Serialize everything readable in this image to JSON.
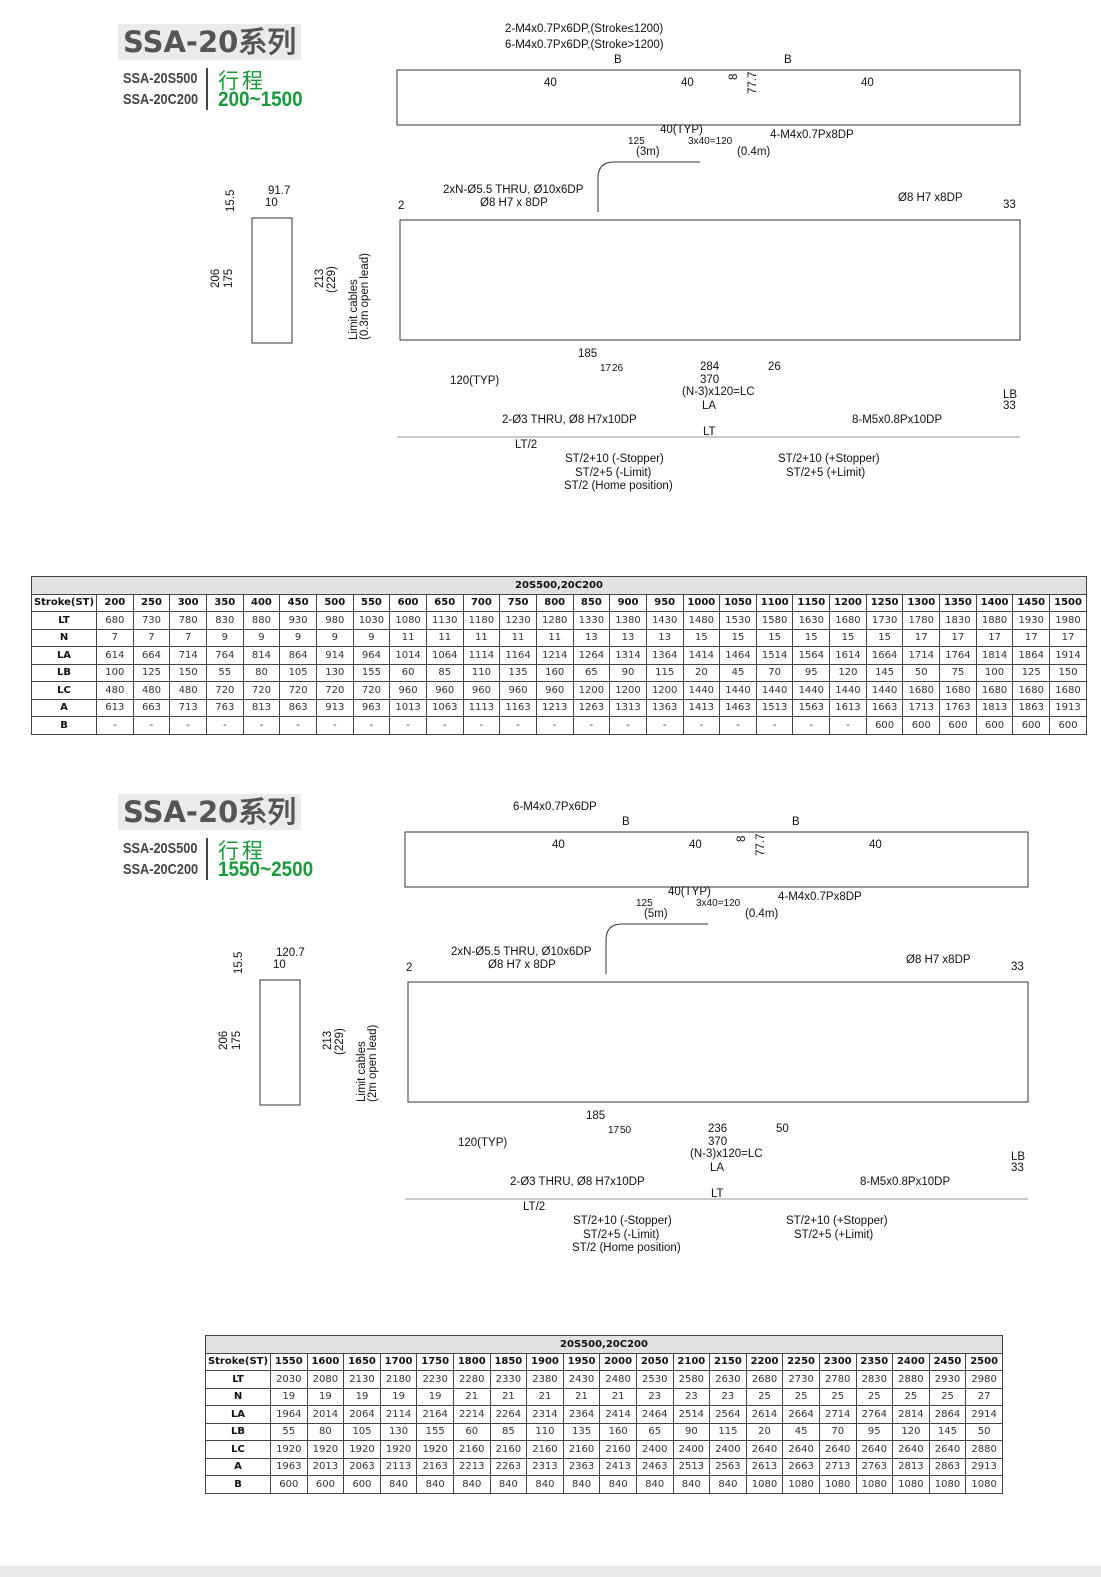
{
  "sections": [
    {
      "title": "SSA-20系列",
      "models": [
        "SSA-20S500",
        "SSA-20C200"
      ],
      "stroke_label": "行程",
      "stroke_range": "200~1500",
      "drawing": {
        "top": {
          "note1": "2-M4x0.7Px6DP,(Stroke≤1200)",
          "note2": "6-M4x0.7Px6DP,(Stroke>1200)",
          "b_left": "B",
          "b_right": "B",
          "p40a": "40",
          "p40b": "40",
          "p40c": "40",
          "d8": "8",
          "d77": "77.7",
          "typ40": "40(TYP)",
          "d125": "125",
          "d3x40": "3x40=120",
          "cable1": "(3m)",
          "cable2": "(0.4m)",
          "tap": "4-M4x0.7Px8DP"
        },
        "side": {
          "w1": "91.7",
          "w2": "10",
          "h0": "15.5",
          "h1": "206",
          "h2": "175",
          "h3": "213",
          "h4": "(229)",
          "cable_a": "Limit cables",
          "cable_b": "(0.3m open lead)"
        },
        "plan": {
          "holes": "2xN-Ø5.5 THRU, Ø10x6DP",
          "pin_l": "Ø8 H7 x 8DP",
          "d2": "2",
          "pin_r": "Ø8 H7 x8DP",
          "d33": "33",
          "d185": "185",
          "d17": "17",
          "d26a": "26",
          "d284": "284",
          "d26b": "26",
          "d370": "370",
          "typ120": "120(TYP)",
          "lc": "(N-3)x120=LC",
          "la": "LA",
          "lb": "LB",
          "d33b": "33",
          "thru": "2-Ø3 THRU, Ø8 H7x10DP",
          "m5": "8-M5x0.8Px10DP",
          "lt": "LT"
        },
        "bottom": {
          "lt2": "LT/2",
          "ms": "ST/2+10 (-Stopper)",
          "ml": "ST/2+5 (-Limit)",
          "home": "ST/2 (Home position)",
          "ps": "ST/2+10 (+Stopper)",
          "pl": "ST/2+5 (+Limit)"
        }
      },
      "table": {
        "title": "20S500,20C200",
        "header_label": "Stroke(ST)",
        "strokes": [
          "200",
          "250",
          "300",
          "350",
          "400",
          "450",
          "500",
          "550",
          "600",
          "650",
          "700",
          "750",
          "800",
          "850",
          "900",
          "950",
          "1000",
          "1050",
          "1100",
          "1150",
          "1200",
          "1250",
          "1300",
          "1350",
          "1400",
          "1450",
          "1500"
        ],
        "rows": [
          {
            "label": "LT",
            "values": [
              "680",
              "730",
              "780",
              "830",
              "880",
              "930",
              "980",
              "1030",
              "1080",
              "1130",
              "1180",
              "1230",
              "1280",
              "1330",
              "1380",
              "1430",
              "1480",
              "1530",
              "1580",
              "1630",
              "1680",
              "1730",
              "1780",
              "1830",
              "1880",
              "1930",
              "1980"
            ]
          },
          {
            "label": "N",
            "values": [
              "7",
              "7",
              "7",
              "9",
              "9",
              "9",
              "9",
              "9",
              "11",
              "11",
              "11",
              "11",
              "11",
              "13",
              "13",
              "13",
              "15",
              "15",
              "15",
              "15",
              "15",
              "15",
              "17",
              "17",
              "17",
              "17",
              "17"
            ]
          },
          {
            "label": "LA",
            "values": [
              "614",
              "664",
              "714",
              "764",
              "814",
              "864",
              "914",
              "964",
              "1014",
              "1064",
              "1114",
              "1164",
              "1214",
              "1264",
              "1314",
              "1364",
              "1414",
              "1464",
              "1514",
              "1564",
              "1614",
              "1664",
              "1714",
              "1764",
              "1814",
              "1864",
              "1914"
            ]
          },
          {
            "label": "LB",
            "values": [
              "100",
              "125",
              "150",
              "55",
              "80",
              "105",
              "130",
              "155",
              "60",
              "85",
              "110",
              "135",
              "160",
              "65",
              "90",
              "115",
              "20",
              "45",
              "70",
              "95",
              "120",
              "145",
              "50",
              "75",
              "100",
              "125",
              "150"
            ]
          },
          {
            "label": "LC",
            "values": [
              "480",
              "480",
              "480",
              "720",
              "720",
              "720",
              "720",
              "720",
              "960",
              "960",
              "960",
              "960",
              "960",
              "1200",
              "1200",
              "1200",
              "1440",
              "1440",
              "1440",
              "1440",
              "1440",
              "1440",
              "1680",
              "1680",
              "1680",
              "1680",
              "1680"
            ]
          },
          {
            "label": "A",
            "values": [
              "613",
              "663",
              "713",
              "763",
              "813",
              "863",
              "913",
              "963",
              "1013",
              "1063",
              "1113",
              "1163",
              "1213",
              "1263",
              "1313",
              "1363",
              "1413",
              "1463",
              "1513",
              "1563",
              "1613",
              "1663",
              "1713",
              "1763",
              "1813",
              "1863",
              "1913"
            ]
          },
          {
            "label": "B",
            "values": [
              "-",
              "-",
              "-",
              "-",
              "-",
              "-",
              "-",
              "-",
              "-",
              "-",
              "-",
              "-",
              "-",
              "-",
              "-",
              "-",
              "-",
              "-",
              "-",
              "-",
              "-",
              "600",
              "600",
              "600",
              "600",
              "600",
              "600"
            ]
          }
        ]
      }
    },
    {
      "title": "SSA-20系列",
      "models": [
        "SSA-20S500",
        "SSA-20C200"
      ],
      "stroke_label": "行程",
      "stroke_range": "1550~2500",
      "drawing": {
        "top": {
          "note1": "",
          "note2": "6-M4x0.7Px6DP",
          "b_left": "B",
          "b_right": "B",
          "p40a": "40",
          "p40b": "40",
          "p40c": "40",
          "d8": "8",
          "d77": "77.7",
          "typ40": "40(TYP)",
          "d125": "125",
          "d3x40": "3x40=120",
          "cable1": "(5m)",
          "cable2": "(0.4m)",
          "tap": "4-M4x0.7Px8DP"
        },
        "side": {
          "w1": "120.7",
          "w2": "10",
          "h0": "15.5",
          "h1": "206",
          "h2": "175",
          "h3": "213",
          "h4": "(229)",
          "cable_a": "Limit cables",
          "cable_b": "(2m open lead)"
        },
        "plan": {
          "holes": "2xN-Ø5.5 THRU, Ø10x6DP",
          "pin_l": "Ø8 H7 x 8DP",
          "d2": "2",
          "pin_r": "Ø8 H7 x8DP",
          "d33": "33",
          "d185": "185",
          "d17": "17",
          "d26a": "50",
          "d284": "236",
          "d26b": "50",
          "d370": "370",
          "typ120": "120(TYP)",
          "lc": "(N-3)x120=LC",
          "la": "LA",
          "lb": "LB",
          "d33b": "33",
          "thru": "2-Ø3 THRU, Ø8 H7x10DP",
          "m5": "8-M5x0.8Px10DP",
          "lt": "LT"
        },
        "bottom": {
          "lt2": "LT/2",
          "ms": "ST/2+10 (-Stopper)",
          "ml": "ST/2+5 (-Limit)",
          "home": "ST/2 (Home position)",
          "ps": "ST/2+10 (+Stopper)",
          "pl": "ST/2+5 (+Limit)"
        }
      },
      "table": {
        "title": "20S500,20C200",
        "header_label": "Stroke(ST)",
        "strokes": [
          "1550",
          "1600",
          "1650",
          "1700",
          "1750",
          "1800",
          "1850",
          "1900",
          "1950",
          "2000",
          "2050",
          "2100",
          "2150",
          "2200",
          "2250",
          "2300",
          "2350",
          "2400",
          "2450",
          "2500"
        ],
        "rows": [
          {
            "label": "LT",
            "values": [
              "2030",
              "2080",
              "2130",
              "2180",
              "2230",
              "2280",
              "2330",
              "2380",
              "2430",
              "2480",
              "2530",
              "2580",
              "2630",
              "2680",
              "2730",
              "2780",
              "2830",
              "2880",
              "2930",
              "2980"
            ]
          },
          {
            "label": "N",
            "values": [
              "19",
              "19",
              "19",
              "19",
              "19",
              "21",
              "21",
              "21",
              "21",
              "21",
              "23",
              "23",
              "23",
              "25",
              "25",
              "25",
              "25",
              "25",
              "25",
              "27"
            ]
          },
          {
            "label": "LA",
            "values": [
              "1964",
              "2014",
              "2064",
              "2114",
              "2164",
              "2214",
              "2264",
              "2314",
              "2364",
              "2414",
              "2464",
              "2514",
              "2564",
              "2614",
              "2664",
              "2714",
              "2764",
              "2814",
              "2864",
              "2914"
            ]
          },
          {
            "label": "LB",
            "values": [
              "55",
              "80",
              "105",
              "130",
              "155",
              "60",
              "85",
              "110",
              "135",
              "160",
              "65",
              "90",
              "115",
              "20",
              "45",
              "70",
              "95",
              "120",
              "145",
              "50"
            ]
          },
          {
            "label": "LC",
            "values": [
              "1920",
              "1920",
              "1920",
              "1920",
              "1920",
              "2160",
              "2160",
              "2160",
              "2160",
              "2160",
              "2400",
              "2400",
              "2400",
              "2640",
              "2640",
              "2640",
              "2640",
              "2640",
              "2640",
              "2880"
            ]
          },
          {
            "label": "A",
            "values": [
              "1963",
              "2013",
              "2063",
              "2113",
              "2163",
              "2213",
              "2263",
              "2313",
              "2363",
              "2413",
              "2463",
              "2513",
              "2563",
              "2613",
              "2663",
              "2713",
              "2763",
              "2813",
              "2863",
              "2913"
            ]
          },
          {
            "label": "B",
            "values": [
              "600",
              "600",
              "600",
              "840",
              "840",
              "840",
              "840",
              "840",
              "840",
              "840",
              "840",
              "840",
              "840",
              "1080",
              "1080",
              "1080",
              "1080",
              "1080",
              "1080",
              "1080"
            ]
          }
        ]
      }
    }
  ],
  "colors": {
    "accent_green": "#1a9a3a",
    "title_gray": "#555555",
    "title_bg": "#ebebeb",
    "table_header_bg": "#e2e2e2"
  }
}
